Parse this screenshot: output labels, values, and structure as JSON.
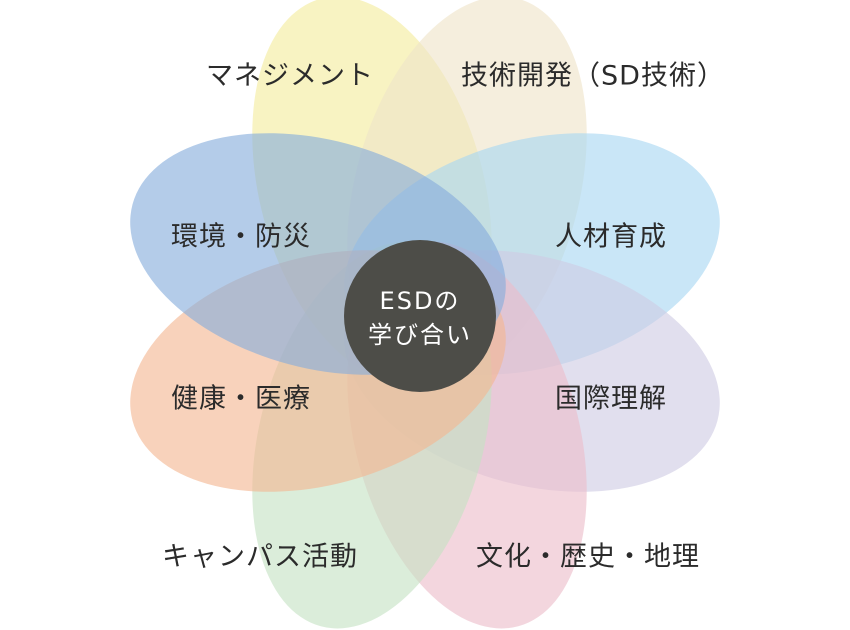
{
  "center": {
    "line1": "ESDの",
    "line2": "学び合い",
    "color": "#4d4d48"
  },
  "petals": [
    {
      "label": "マネジメント",
      "color": "#f3ec9c"
    },
    {
      "label": "技術開発（SD技術）",
      "color": "#efe3c8"
    },
    {
      "label": "人材育成",
      "color": "#a8d6f2"
    },
    {
      "label": "国際理解",
      "color": "#cfcbe3"
    },
    {
      "label": "文化・歴史・地理",
      "color": "#ebbdc9"
    },
    {
      "label": "キャンパス活動",
      "color": "#c5e2c3"
    },
    {
      "label": "健康・医療",
      "color": "#f4b792"
    },
    {
      "label": "環境・防災",
      "color": "#86addc"
    }
  ]
}
